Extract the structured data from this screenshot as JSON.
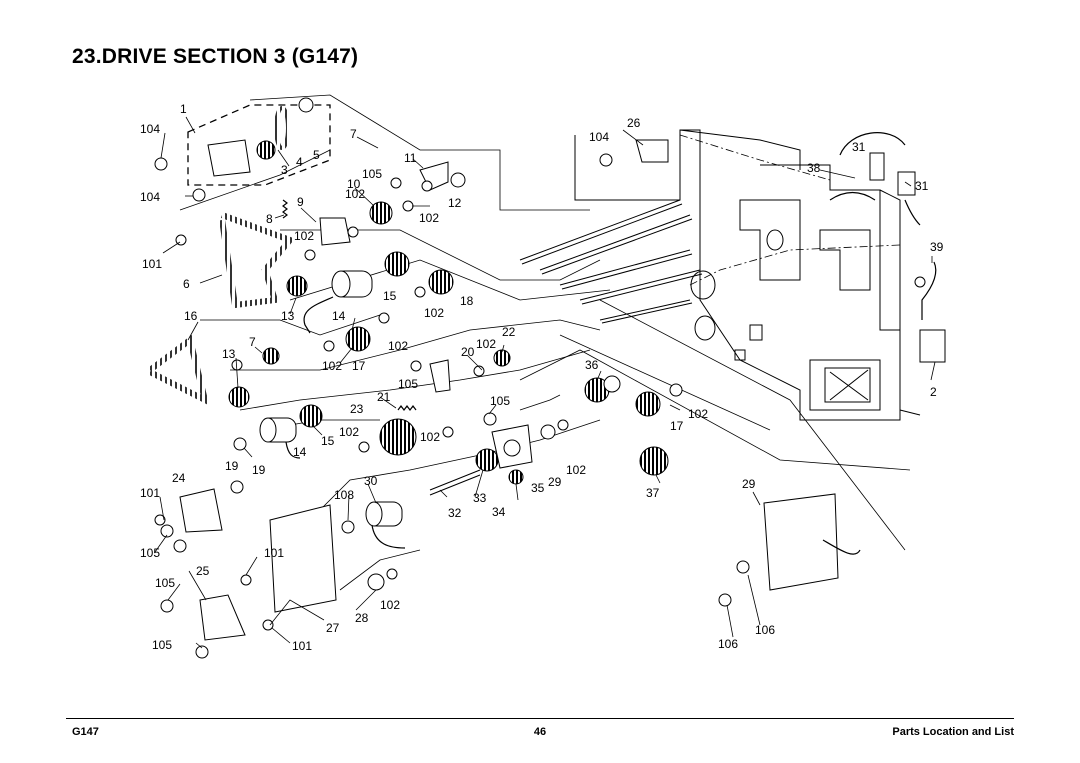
{
  "title": "23.DRIVE SECTION 3 (G147)",
  "footer": {
    "left": "G147",
    "center": "46",
    "right": "Parts Location and List"
  },
  "labels": [
    {
      "id": "l1",
      "text": "1"
    },
    {
      "id": "l2",
      "text": "104"
    },
    {
      "id": "l3",
      "text": "7"
    },
    {
      "id": "l4",
      "text": "3"
    },
    {
      "id": "l5",
      "text": "4"
    },
    {
      "id": "l6",
      "text": "5"
    },
    {
      "id": "l7",
      "text": "104"
    },
    {
      "id": "l8",
      "text": "10"
    },
    {
      "id": "l9",
      "text": "11"
    },
    {
      "id": "l10",
      "text": "105"
    },
    {
      "id": "l11",
      "text": "102"
    },
    {
      "id": "l12",
      "text": "9"
    },
    {
      "id": "l13",
      "text": "8"
    },
    {
      "id": "l14",
      "text": "12"
    },
    {
      "id": "l15",
      "text": "102"
    },
    {
      "id": "l16",
      "text": "102"
    },
    {
      "id": "l17",
      "text": "101"
    },
    {
      "id": "l18",
      "text": "6"
    },
    {
      "id": "l19",
      "text": "15"
    },
    {
      "id": "l20",
      "text": "18"
    },
    {
      "id": "l21",
      "text": "13"
    },
    {
      "id": "l22",
      "text": "14"
    },
    {
      "id": "l23",
      "text": "102"
    },
    {
      "id": "l24",
      "text": "16"
    },
    {
      "id": "l25",
      "text": "7"
    },
    {
      "id": "l26",
      "text": "102"
    },
    {
      "id": "l27",
      "text": "13"
    },
    {
      "id": "l28",
      "text": "102"
    },
    {
      "id": "l29",
      "text": "17"
    },
    {
      "id": "l30",
      "text": "20"
    },
    {
      "id": "l31",
      "text": "102"
    },
    {
      "id": "l32",
      "text": "22"
    },
    {
      "id": "l33",
      "text": "105"
    },
    {
      "id": "l34",
      "text": "21"
    },
    {
      "id": "l35",
      "text": "23"
    },
    {
      "id": "l36",
      "text": "105"
    },
    {
      "id": "l37",
      "text": "15"
    },
    {
      "id": "l38",
      "text": "102"
    },
    {
      "id": "l39",
      "text": "102"
    },
    {
      "id": "l40",
      "text": "14"
    },
    {
      "id": "l41",
      "text": "19"
    },
    {
      "id": "l42",
      "text": "19"
    },
    {
      "id": "l43",
      "text": "24"
    },
    {
      "id": "l44",
      "text": "101"
    },
    {
      "id": "l45",
      "text": "30"
    },
    {
      "id": "l46",
      "text": "108"
    },
    {
      "id": "l47",
      "text": "33"
    },
    {
      "id": "l48",
      "text": "35"
    },
    {
      "id": "l49",
      "text": "29"
    },
    {
      "id": "l50",
      "text": "102"
    },
    {
      "id": "l51",
      "text": "32"
    },
    {
      "id": "l52",
      "text": "34"
    },
    {
      "id": "l53",
      "text": "105"
    },
    {
      "id": "l54",
      "text": "101"
    },
    {
      "id": "l55",
      "text": "25"
    },
    {
      "id": "l56",
      "text": "105"
    },
    {
      "id": "l57",
      "text": "28"
    },
    {
      "id": "l58",
      "text": "102"
    },
    {
      "id": "l59",
      "text": "27"
    },
    {
      "id": "l60",
      "text": "105"
    },
    {
      "id": "l61",
      "text": "101"
    },
    {
      "id": "l62",
      "text": "26"
    },
    {
      "id": "l63",
      "text": "104"
    },
    {
      "id": "l64",
      "text": "38"
    },
    {
      "id": "l65",
      "text": "31"
    },
    {
      "id": "l66",
      "text": "31"
    },
    {
      "id": "l67",
      "text": "39"
    },
    {
      "id": "l68",
      "text": "36"
    },
    {
      "id": "l69",
      "text": "2"
    },
    {
      "id": "l70",
      "text": "102"
    },
    {
      "id": "l71",
      "text": "17"
    },
    {
      "id": "l72",
      "text": "37"
    },
    {
      "id": "l73",
      "text": "29"
    },
    {
      "id": "l74",
      "text": "106"
    },
    {
      "id": "l75",
      "text": "106"
    }
  ]
}
